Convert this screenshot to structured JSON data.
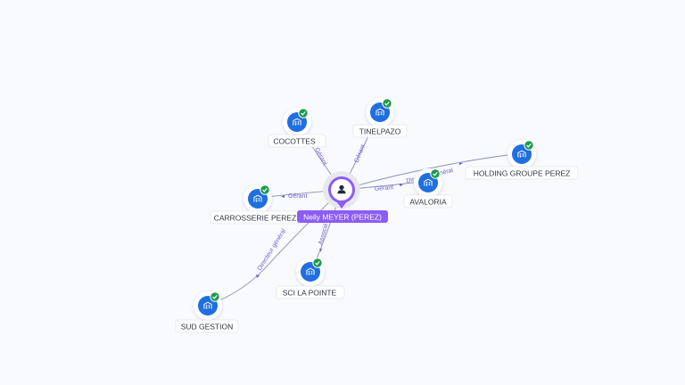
{
  "person": {
    "name": "Nelly MEYER (PEREZ)",
    "icon": "person-icon",
    "color": "#8b5cf6"
  },
  "companies": [
    {
      "id": "cocottes",
      "name": "COCOTTES"
    },
    {
      "id": "tinelpazo",
      "name": "TINELPAZO"
    },
    {
      "id": "avaloria",
      "name": "AVALORIA"
    },
    {
      "id": "holding-groupe-perez",
      "name": "HOLDING GROUPE PEREZ"
    },
    {
      "id": "carrosserie-perez",
      "name": "CARROSSERIE PEREZ"
    },
    {
      "id": "sci-la-pointe",
      "name": "SCI LA POINTE"
    },
    {
      "id": "sud-gestion",
      "name": "SUD GESTION"
    }
  ],
  "relations": [
    {
      "id": "to-cocottes",
      "label": "Gérant"
    },
    {
      "id": "to-tinelpazo",
      "label": "Gérant"
    },
    {
      "id": "to-avaloria",
      "label": "Gérant"
    },
    {
      "id": "to-holding",
      "label": "Directeur général"
    },
    {
      "id": "to-carrosserie",
      "label": "Gérant"
    },
    {
      "id": "to-sci",
      "label": "Associé"
    },
    {
      "id": "to-sud-gestion",
      "label": "Directeur général"
    }
  ],
  "icons": {
    "company": "building-icon",
    "verified": "check-badge-icon"
  },
  "colors": {
    "company_icon": "#1f6fe0",
    "verified_badge": "#1e9a4b",
    "edge": "#8a8fb8",
    "edge_label": "#6d62d8",
    "background": "#f9fafe"
  }
}
